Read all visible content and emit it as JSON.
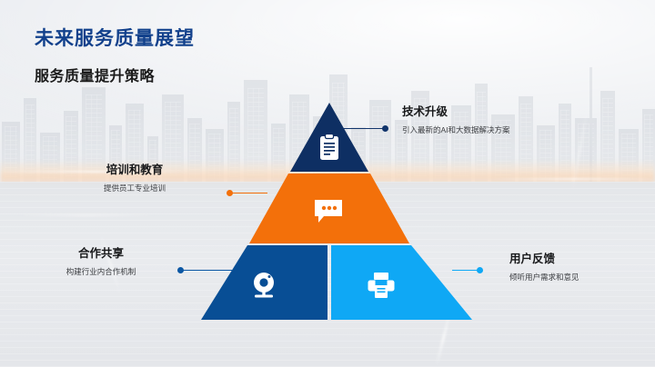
{
  "slide": {
    "title": "未来服务质量展望",
    "subtitle": "服务质量提升策略",
    "title_color": "#12418c",
    "subtitle_color": "#1b1b1b"
  },
  "pyramid": {
    "levels": [
      {
        "name": "top",
        "icon": "clipboard-icon",
        "color": "#0e2f63"
      },
      {
        "name": "middle",
        "icon": "chat-bubble-icon",
        "color": "#f3700a"
      },
      {
        "name": "bottom-left",
        "icon": "webcam-icon",
        "color": "#084e95"
      },
      {
        "name": "bottom-right",
        "icon": "printer-icon",
        "color": "#0fa8f5"
      }
    ]
  },
  "callouts": [
    {
      "key": "technology",
      "title": "技术升级",
      "description": "引入最新的AI和大数据解决方案",
      "connector_color": "#11346b",
      "dot_color": "#11346b"
    },
    {
      "key": "training",
      "title": "培训和教育",
      "description": "提供员工专业培训",
      "connector_color": "#f3700a",
      "dot_color": "#f3700a"
    },
    {
      "key": "cooperation",
      "title": "合作共享",
      "description": "构建行业内合作机制",
      "connector_color": "#0b57a4",
      "dot_color": "#0b57a4"
    },
    {
      "key": "feedback",
      "title": "用户反馈",
      "description": "倾听用户需求和意见",
      "connector_color": "#0fa8f5",
      "dot_color": "#0fa8f5"
    }
  ]
}
